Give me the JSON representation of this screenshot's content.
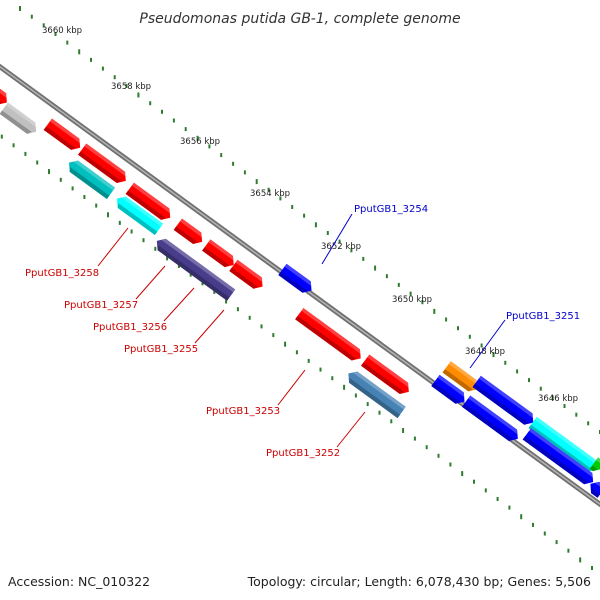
{
  "title": "Pseudomonas putida GB-1, complete genome",
  "footer": {
    "accession": "Accession: NC_010322",
    "summary": "Topology: circular; Length: 6,078,430 bp; Genes: 5,506"
  },
  "colors": {
    "backbone": "#808080",
    "tick": "#2e7d2e",
    "label_red": "#cc0000",
    "label_blue": "#0000cc"
  },
  "ticks": [
    "3646 kbp",
    "3648 kbp",
    "3650 kbp",
    "3652 kbp",
    "3654 kbp",
    "3656 kbp",
    "3658 kbp",
    "3660 kbp"
  ],
  "gene_labels": [
    {
      "id": "gl-3254",
      "text": "PputGB1_3254",
      "color": "#0000cc"
    },
    {
      "id": "gl-3251",
      "text": "PputGB1_3251",
      "color": "#0000cc"
    },
    {
      "id": "gl-3258",
      "text": "PputGB1_3258",
      "color": "#cc0000"
    },
    {
      "id": "gl-3257",
      "text": "PputGB1_3257",
      "color": "#cc0000"
    },
    {
      "id": "gl-3256",
      "text": "PputGB1_3256",
      "color": "#cc0000"
    },
    {
      "id": "gl-3255",
      "text": "PputGB1_3255",
      "color": "#cc0000"
    },
    {
      "id": "gl-3253",
      "text": "PputGB1_3253",
      "color": "#cc0000"
    },
    {
      "id": "gl-3252",
      "text": "PputGB1_3252",
      "color": "#cc0000"
    }
  ]
}
